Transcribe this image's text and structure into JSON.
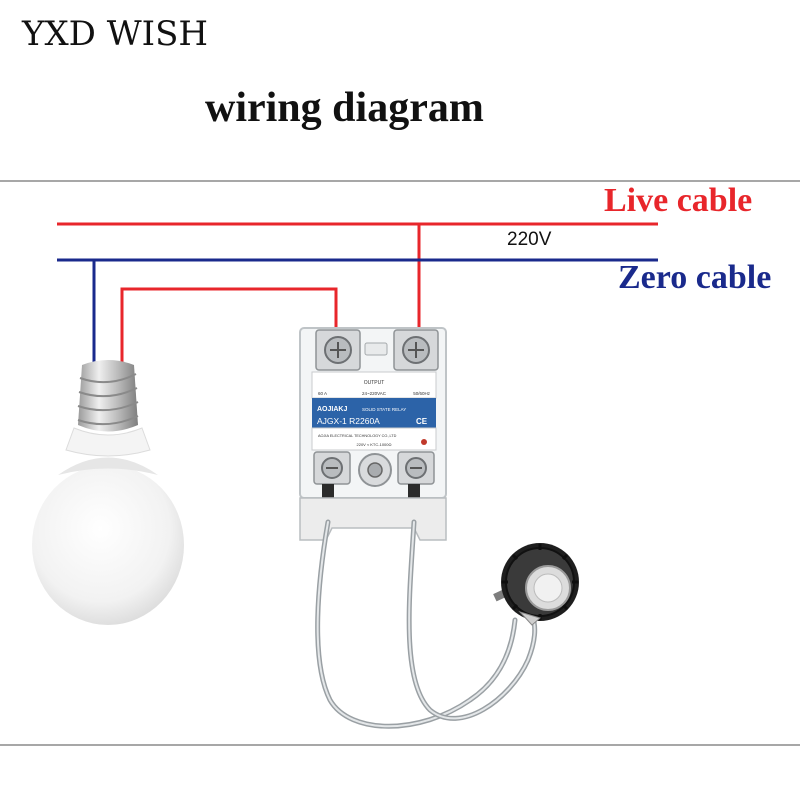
{
  "brand": "YXD WISH",
  "title": "wiring diagram",
  "live_cable_label": "Live cable",
  "zero_cable_label": "Zero cable",
  "voltage_label": "220V",
  "colors": {
    "live": "#e8262b",
    "zero": "#1a2a8c",
    "frame_line": "#8a8a8a",
    "relay_panel": "#2c63a8"
  },
  "relay": {
    "brand_text": "AOJIAKJ",
    "type_text": "SOLID STATE RELAY",
    "model_text": "AJGX-1  R2260A",
    "output_text": "OUTPUT",
    "rating_left": "60 A",
    "rating_mid": "24~220VAC",
    "rating_right": "50/60Hz",
    "maker_text": "AOJIA ELECTRICAL TECHNOLOGY CO.,LTD",
    "input_text": "220V ≈ KTC-1000Ω",
    "ce_mark": "CE"
  },
  "icons": [
    "light-bulb-icon",
    "potentiometer-knob-icon",
    "relay-icon"
  ]
}
